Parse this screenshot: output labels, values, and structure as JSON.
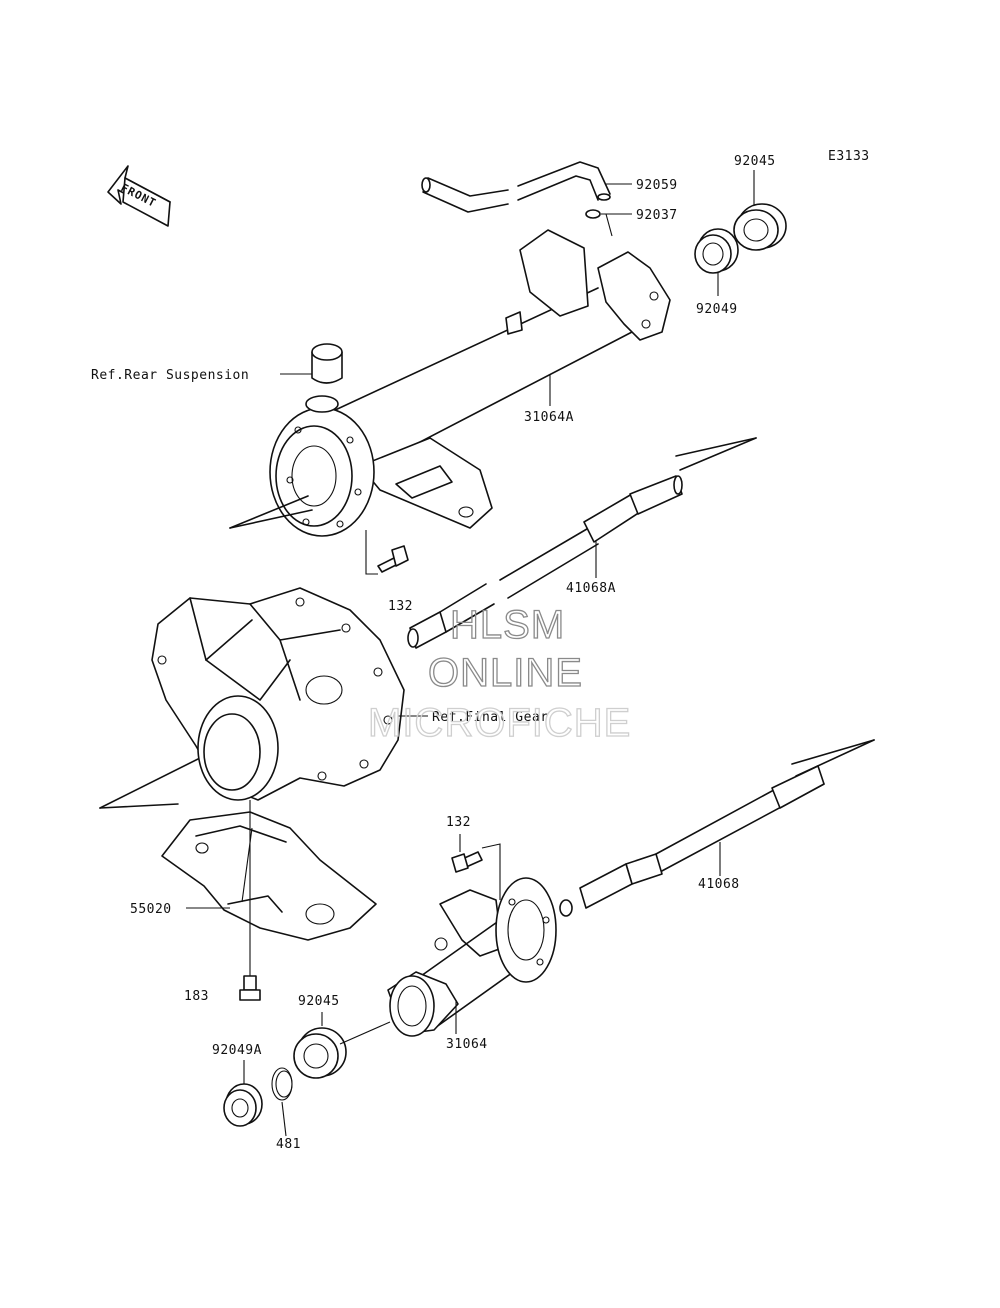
{
  "diagram": {
    "code": "E3133",
    "front_label": "FRONT",
    "parts": [
      {
        "id": "p92059",
        "number": "92059"
      },
      {
        "id": "p92037",
        "number": "92037"
      },
      {
        "id": "p92045a",
        "number": "92045"
      },
      {
        "id": "p92049",
        "number": "92049"
      },
      {
        "id": "p31064A",
        "number": "31064A"
      },
      {
        "id": "p41068A",
        "number": "41068A"
      },
      {
        "id": "p132a",
        "number": "132"
      },
      {
        "id": "p132b",
        "number": "132"
      },
      {
        "id": "p41068",
        "number": "41068"
      },
      {
        "id": "p55020",
        "number": "55020"
      },
      {
        "id": "p183",
        "number": "183"
      },
      {
        "id": "p92045b",
        "number": "92045"
      },
      {
        "id": "p31064",
        "number": "31064"
      },
      {
        "id": "p92049A",
        "number": "92049A"
      },
      {
        "id": "p481",
        "number": "481"
      }
    ],
    "references": {
      "rear_suspension": "Ref.Rear Suspension",
      "final_gear": "Ref.Final Gear"
    }
  },
  "watermark": {
    "line1": "HLSM",
    "line2": "ONLINE",
    "line3": "MICROFICHE"
  }
}
